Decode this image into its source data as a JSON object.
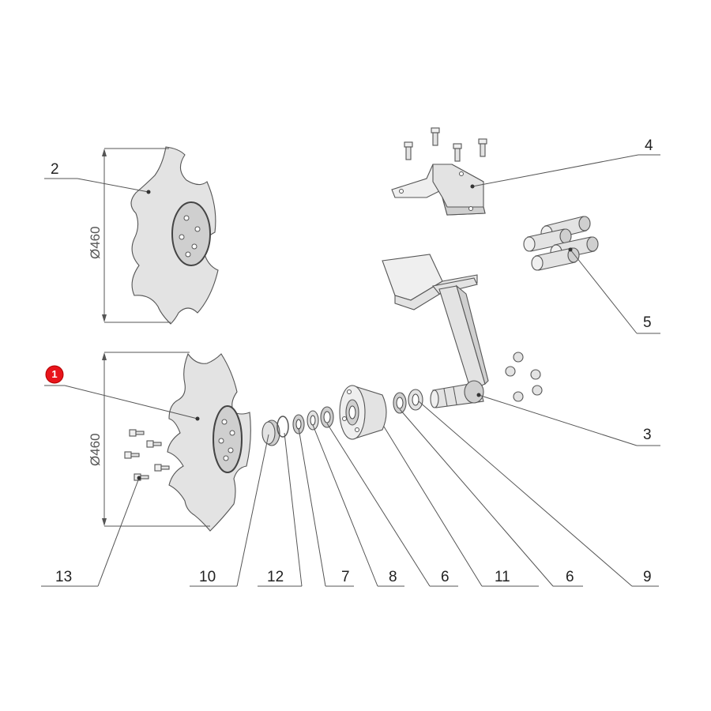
{
  "diagram": {
    "dimension_label": "Ø460",
    "highlight_color": "#e8141b",
    "callouts": [
      {
        "id": "1",
        "label": "1",
        "highlighted": true
      },
      {
        "id": "2",
        "label": "2"
      },
      {
        "id": "3",
        "label": "3"
      },
      {
        "id": "4",
        "label": "4"
      },
      {
        "id": "5",
        "label": "5"
      },
      {
        "id": "13",
        "label": "13"
      },
      {
        "id": "10",
        "label": "10"
      },
      {
        "id": "12",
        "label": "12"
      },
      {
        "id": "7",
        "label": "7"
      },
      {
        "id": "8",
        "label": "8"
      },
      {
        "id": "6a",
        "label": "6"
      },
      {
        "id": "11",
        "label": "11"
      },
      {
        "id": "6b",
        "label": "6"
      },
      {
        "id": "9",
        "label": "9"
      }
    ]
  }
}
